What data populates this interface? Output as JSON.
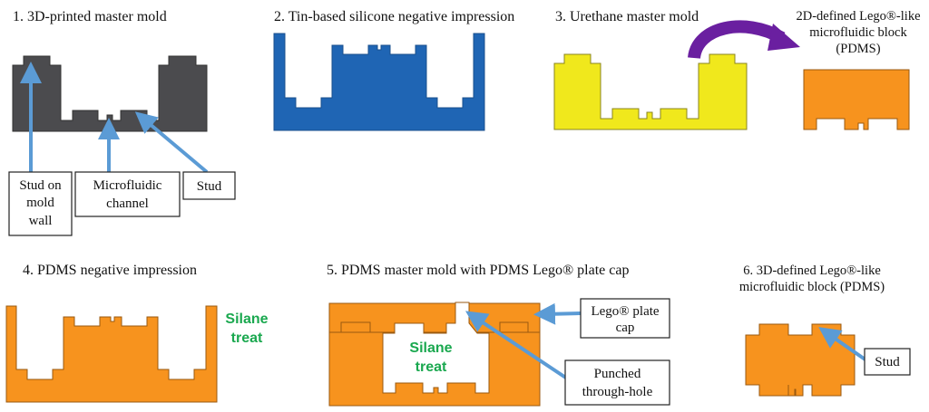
{
  "colors": {
    "gray_mold": "#4b4b4e",
    "blue_silicone": "#1f65b4",
    "yellow_urethane": "#f0e81c",
    "orange_pdms": "#f7931e",
    "silane_green": "#1aa84f",
    "arrow_blue": "#5b9bd5",
    "transfer_arrow_purple": "#6a1fa0"
  },
  "panel1": {
    "title": "1. 3D-printed master mold",
    "labels": {
      "stud_on_wall": [
        "Stud on",
        "mold",
        "wall"
      ],
      "channel": [
        "Microfluidic",
        "channel"
      ],
      "stud": "Stud"
    }
  },
  "panel2": {
    "title": "2. Tin-based silicone negative impression"
  },
  "panel3": {
    "title": "3. Urethane master mold",
    "block_caption": [
      "2D-defined Lego®-like",
      "microfluidic block",
      "(PDMS)"
    ]
  },
  "panel4": {
    "title": "4. PDMS negative impression",
    "silane": [
      "Silane",
      "treat"
    ]
  },
  "panel5": {
    "title": "5. PDMS master mold with PDMS Lego® plate cap",
    "silane": [
      "Silane",
      "treat"
    ],
    "labels": {
      "plate_cap": [
        "Lego® plate",
        "cap"
      ],
      "through_hole": [
        "Punched",
        "through-hole"
      ]
    }
  },
  "panel6": {
    "title": [
      "6. 3D-defined Lego®-like",
      "microfluidic block (PDMS)"
    ],
    "labels": {
      "stud": "Stud"
    }
  }
}
